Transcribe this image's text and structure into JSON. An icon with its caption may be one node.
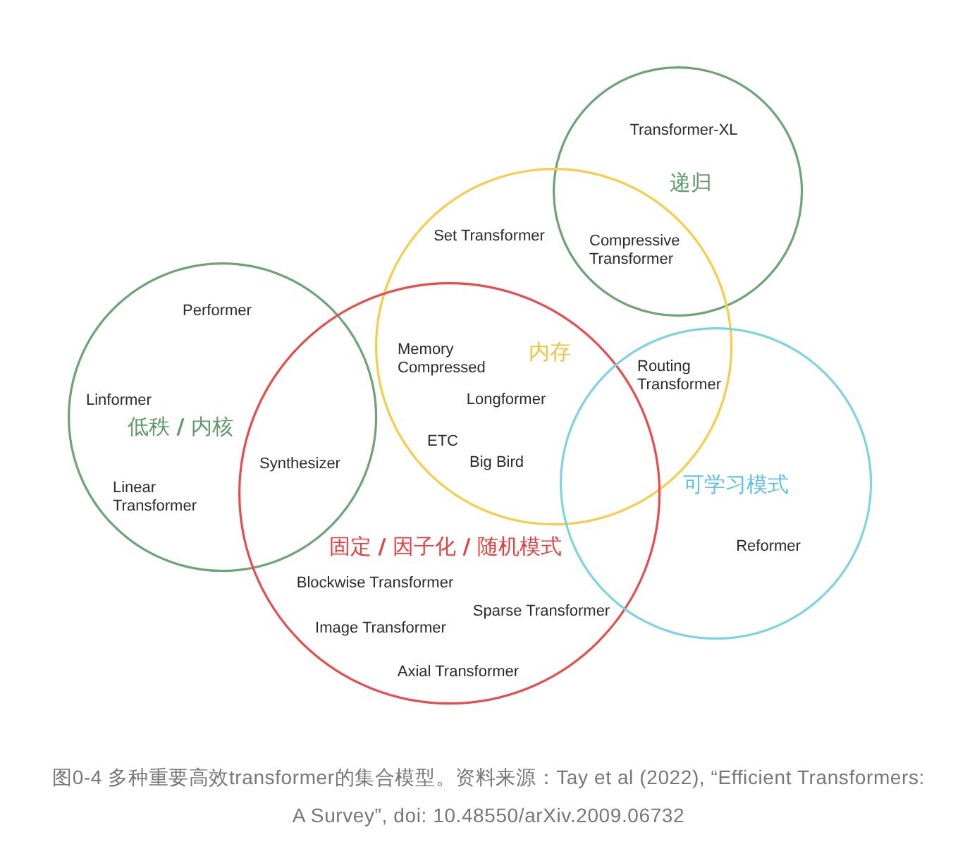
{
  "diagram": {
    "nodes": [
      {
        "text": [
          "递归"
        ]
      },
      {
        "text": [
          "内存"
        ]
      },
      {
        "text": [
          "低秩 **/** 内核"
        ]
      },
      {
        "text": [
          "固定 **/** 因子化 **/** 随机模式"
        ]
      },
      {
        "text": [
          "可学习模式"
        ]
      }
    ],
    "labels": [
      "Transformer-XL",
      "Set Transformer",
      "Compressive Transformer",
      "Performer",
      "Memory Compressed",
      "Routing Transformer",
      "Linformer",
      "Longformer",
      "ETC",
      "Synthesizer",
      "Big Bird",
      "Linear Transformer",
      "Reformer",
      "Blockwise Transformer",
      "Sparse Transformer",
      "Image Transformer",
      "Axial Transformer"
    ],
    "caption": "图0-4 多种重要高效transformer的集合模型。资料来源：Tay et al (2022), “Efficient Transformers: A Survey”, doi: 10.48550/arXiv.2009.06732"
  }
}
